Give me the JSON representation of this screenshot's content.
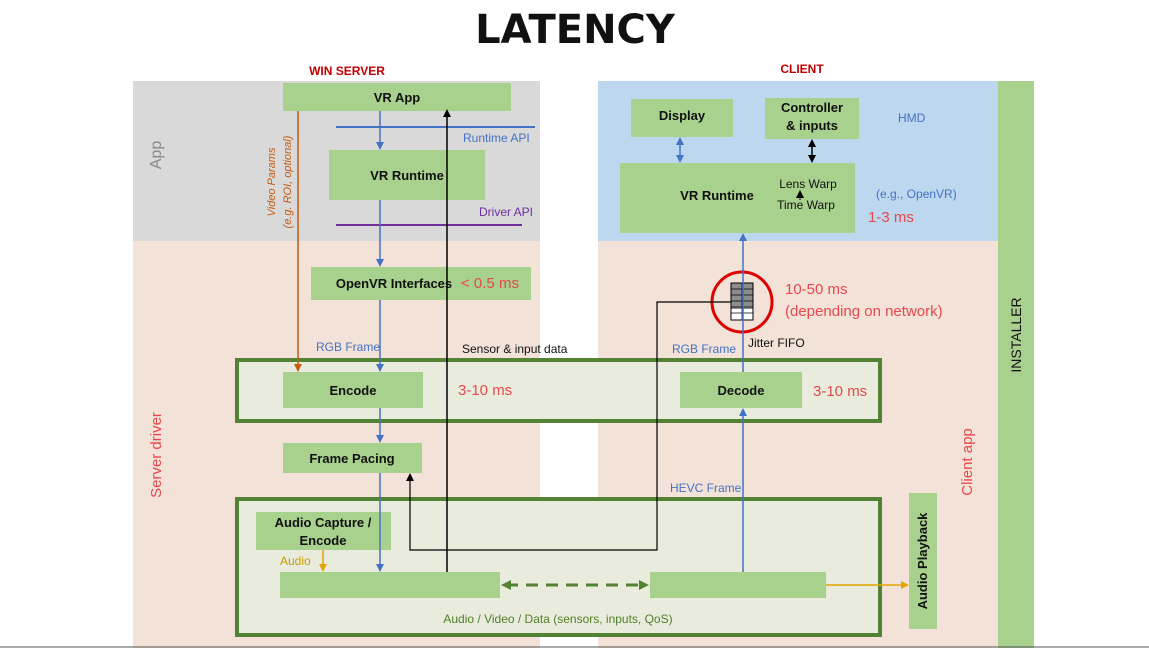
{
  "title": "LATENCY",
  "headers": {
    "server": "WIN SERVER",
    "client": "CLIENT"
  },
  "regions": {
    "app": "App",
    "server_driver": "Server driver",
    "client_app": "Client app",
    "installer": "INSTALLER"
  },
  "boxes": {
    "vr_app": "VR App",
    "vr_runtime_server": "VR Runtime",
    "openvr_interfaces": "OpenVR Interfaces",
    "encode": "Encode",
    "frame_pacing": "Frame Pacing",
    "audio_capture_line1": "Audio Capture /",
    "audio_capture_line2": "Encode",
    "display": "Display",
    "controller_line1": "Controller",
    "controller_line2": "& inputs",
    "vr_runtime_client": "VR Runtime",
    "decode": "Decode",
    "audio_playback": "Audio Playback"
  },
  "labels": {
    "runtime_api": "Runtime API",
    "driver_api": "Driver API",
    "video_params_line1": "Video Params",
    "video_params_line2": "(e.g. ROI, optional)",
    "rgb_frame_server": "RGB Frame",
    "sensor_input": "Sensor & input  data",
    "rgb_frame_client": "RGB Frame",
    "jitter_fifo": "Jitter FIFO",
    "hevc_frame": "HEVC Frame",
    "audio": "Audio",
    "transport": "Audio / Video / Data (sensors, inputs, QoS)",
    "hmd": "HMD",
    "openvr_example": "(e.g., OpenVR)",
    "lens_warp": "Lens Warp",
    "time_warp": "Time Warp"
  },
  "latencies": {
    "openvr": "< 0.5 ms",
    "encode": "3-10 ms",
    "decode": "3-10 ms",
    "client_runtime": "1-3 ms",
    "network_line1": "10-50 ms",
    "network_line2": "(depending on network)"
  },
  "colors": {
    "app_bg": "#d9d9d9",
    "hmd_bg": "#bdd7ee",
    "driver_bg": "#f2e2d8",
    "box_fill": "#a9d18e",
    "frame_border": "#548235",
    "frame_fill": "#e9ecdc",
    "installer": "#a9d18e",
    "accent_red": "#e8474d",
    "blue": "#4472c4",
    "purple": "#7030a0",
    "orange": "#c55a11",
    "gold": "#e3a600"
  }
}
